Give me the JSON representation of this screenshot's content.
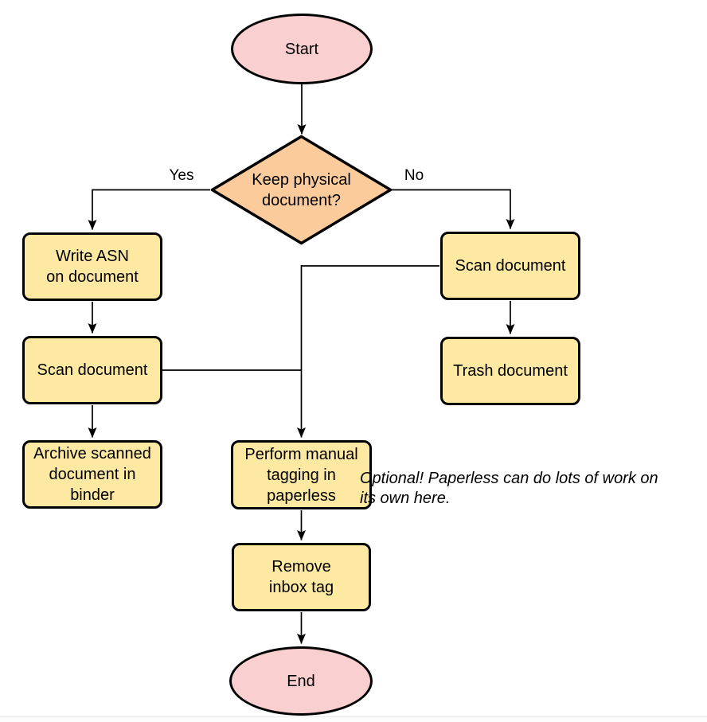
{
  "colors": {
    "canvas-bg": "#ffffff",
    "terminator-fill": "#f9cfd0",
    "decision-fill": "#fbcb9c",
    "process-fill": "#fde9a2",
    "node-stroke": "#000000",
    "edge-stroke": "#000000",
    "text": "#000000",
    "bottom-divider": "#e8eaed"
  },
  "nodes": {
    "start": {
      "label": "Start"
    },
    "decision": {
      "label": "Keep physical\ndocument?"
    },
    "write_asn": {
      "label": "Write ASN\non document"
    },
    "scan_left": {
      "label": "Scan document"
    },
    "archive": {
      "label": "Archive scanned\ndocument in\nbinder"
    },
    "scan_right": {
      "label": "Scan document"
    },
    "trash": {
      "label": "Trash document"
    },
    "tagging": {
      "label": "Perform manual\ntagging in\npaperless"
    },
    "remove_inbox": {
      "label": "Remove\ninbox tag"
    },
    "end": {
      "label": "End"
    }
  },
  "edge_labels": {
    "yes": "Yes",
    "no": "No"
  },
  "note": {
    "text": "Optional! Paperless can do lots of work on\nits own here."
  }
}
